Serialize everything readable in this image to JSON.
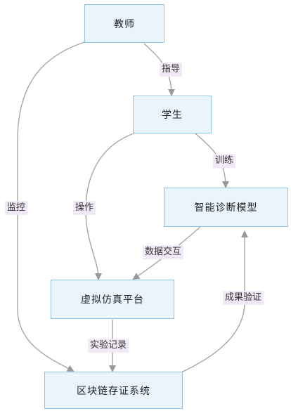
{
  "nodes": {
    "teacher": "教师",
    "student": "学生",
    "model": "智能诊断模型",
    "platform": "虚拟仿真平台",
    "blockchain": "区块链存证系统"
  },
  "edges": {
    "guide": "指导",
    "train": "训练",
    "operate": "操作",
    "monitor": "监控",
    "data_exchange": "数据交互",
    "experiment_record": "实验记录",
    "result_verify": "成果验证"
  },
  "colors": {
    "node_fill": "#e9f4fc",
    "node_border": "#8fc3e6",
    "edge": "#a6a6a6",
    "label_bg": "#f1e9f6"
  }
}
